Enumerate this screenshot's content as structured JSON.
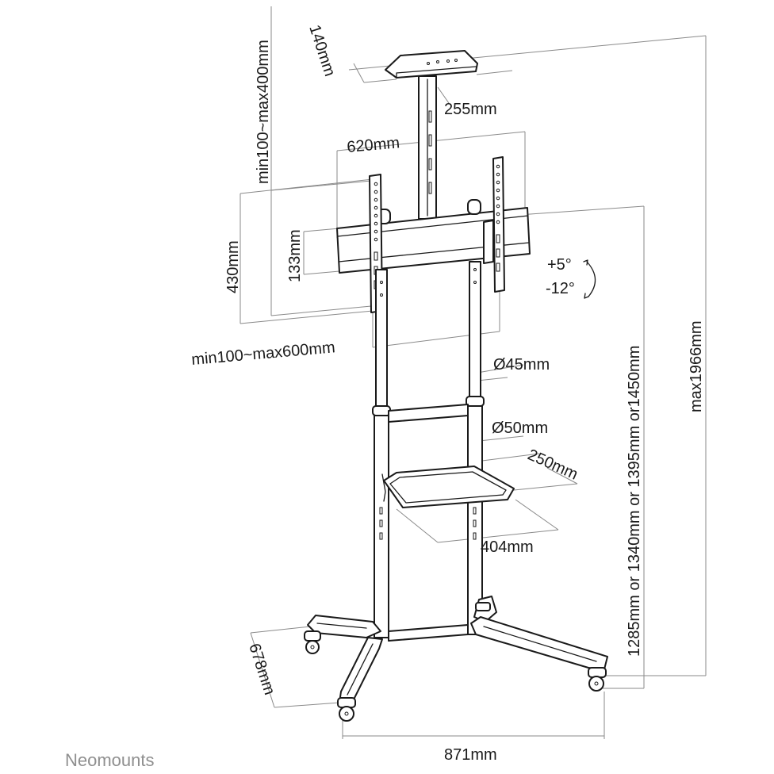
{
  "labels": {
    "top_shelf_depth": "140mm",
    "top_shelf_width": "255mm",
    "vesa_vertical": "min100~max400mm",
    "bracket_width": "620mm",
    "bracket_height": "430mm",
    "crossbar_height": "133mm",
    "tilt_up": "+5°",
    "tilt_down": "-12°",
    "vesa_horizontal": "min100~max600mm",
    "pole_upper_diameter": "Ø45mm",
    "pole_lower_diameter": "Ø50mm",
    "shelf_depth": "250mm",
    "shelf_width": "404mm",
    "height_options": "1285mm or 1340mm or 1395mm or1450mm",
    "max_height": "max1966mm",
    "base_depth": "678mm",
    "base_width": "871mm"
  },
  "brand": "Neomounts"
}
